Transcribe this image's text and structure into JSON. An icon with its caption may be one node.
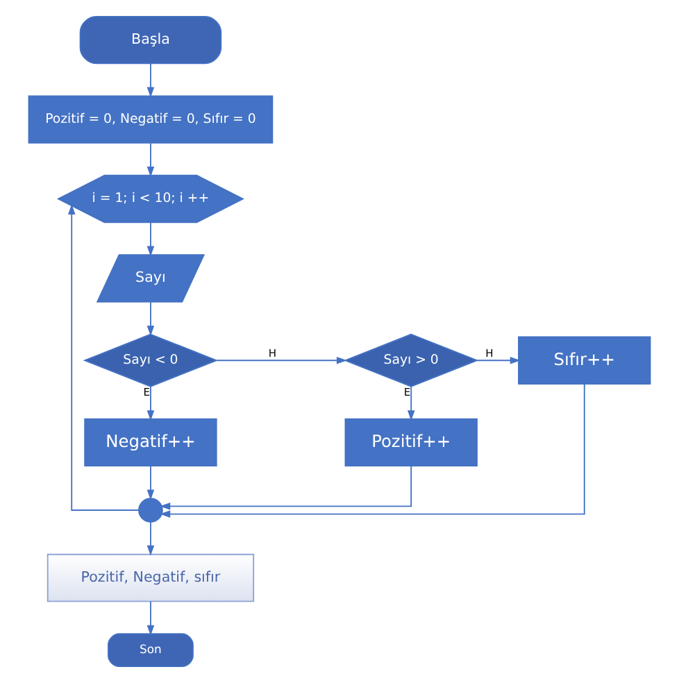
{
  "diagram": {
    "nodes": [
      {
        "text": [
          "Başla"
        ]
      },
      {
        "text": [
          "Pozitif = 0, Negatif = 0, Sıfır = 0"
        ]
      },
      {
        "text": [
          "i = 1; i < 10; i ++"
        ]
      },
      {
        "text": [
          "Sayı"
        ]
      },
      {
        "text": [
          "Sayı < 0"
        ]
      },
      {
        "text": [
          "Sayı > 0"
        ]
      },
      {
        "text": [
          "Sıfır++"
        ]
      },
      {
        "text": [
          "Negatif++"
        ]
      },
      {
        "text": [
          "Pozitif++"
        ]
      },
      {
        "text": [],
        "shape": "circle"
      },
      {
        "text": [
          "Pozitif, Negatif, sıfır"
        ]
      },
      {
        "text": [
          "Son"
        ]
      }
    ],
    "edges": [
      {
        "from": 0,
        "to": 1,
        "arrow": "to"
      },
      {
        "from": 1,
        "to": 2,
        "arrow": "to"
      },
      {
        "from": 2,
        "to": 3,
        "arrow": "to"
      },
      {
        "from": 3,
        "to": 4,
        "arrow": "to"
      },
      {
        "from": 4,
        "to": 5,
        "arrow": "to",
        "label": "H"
      },
      {
        "from": 5,
        "to": 6,
        "arrow": "to",
        "label": "H"
      },
      {
        "from": 4,
        "to": 7,
        "arrow": "to",
        "label": "E"
      },
      {
        "from": 5,
        "to": 8,
        "arrow": "to",
        "label": "E"
      },
      {
        "from": 7,
        "to": 9,
        "arrow": "to"
      },
      {
        "from": 8,
        "to": 9,
        "arrow": "to"
      },
      {
        "from": 6,
        "to": 9,
        "arrow": "to"
      },
      {
        "from": 9,
        "to": 2,
        "arrow": "to"
      },
      {
        "from": 9,
        "to": 10,
        "arrow": "to"
      },
      {
        "from": 10,
        "to": 11,
        "arrow": "to"
      }
    ]
  }
}
